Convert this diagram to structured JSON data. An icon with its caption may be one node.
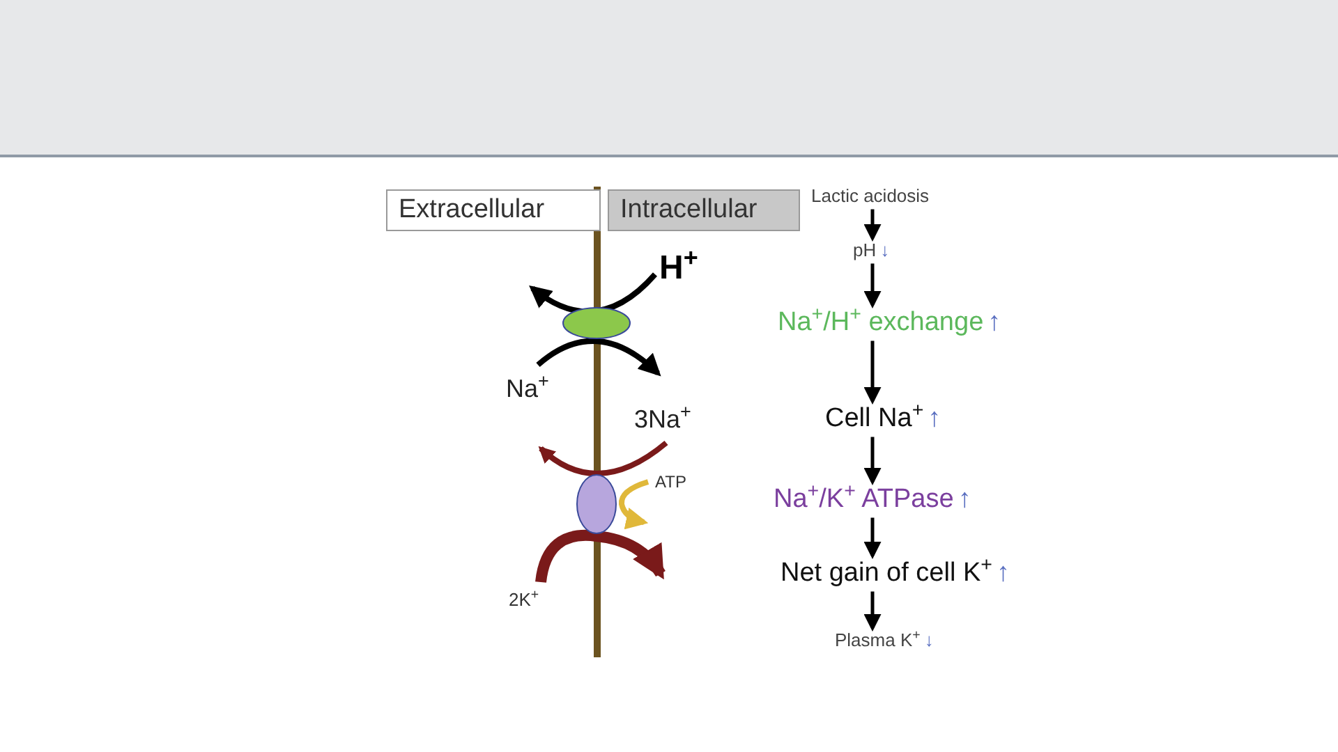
{
  "diagram": {
    "nodes": [
      {
        "text": [
          "Extracellular"
        ]
      },
      {
        "text": [
          "Intracellular"
        ]
      },
      {
        "text": [
          "Lactic acidosis"
        ]
      },
      {
        "text": [
          "pH"
        ],
        "beside": [
          "↓"
        ]
      },
      {
        "text": [
          "Na$^{+}$/H$^{+}$ exchange"
        ],
        "beside": [
          "↑"
        ]
      },
      {
        "text": [
          "Cell Na$^{+}$"
        ],
        "beside": [
          "↑"
        ]
      },
      {
        "text": [
          "Na$^{+}$/K$^{+}$ ATPase"
        ],
        "beside": [
          "↑"
        ]
      },
      {
        "text": [
          "Net gain of cell K$^{+}$"
        ],
        "beside": [
          "↑"
        ]
      },
      {
        "text": [
          "Plasma K$^{+}$"
        ],
        "beside": [
          "↓"
        ]
      },
      {
        "text": [],
        "shape": "ellipse"
      },
      {
        "text": [],
        "shape": "ellipse"
      }
    ],
    "edges": [
      {
        "from": 2,
        "to": 3,
        "arrow": "to"
      },
      {
        "from": 3,
        "to": 4,
        "arrow": "to"
      },
      {
        "from": 4,
        "to": 5,
        "arrow": "to"
      },
      {
        "from": 5,
        "to": 6,
        "arrow": "to"
      },
      {
        "from": 6,
        "to": 7,
        "arrow": "to"
      },
      {
        "from": 7,
        "to": 8,
        "arrow": "to"
      }
    ],
    "labels": [
      "H$^{+}$",
      "Na$^{+}$",
      "3Na$^{+}$",
      "ATP",
      "2K$^{+}$"
    ]
  }
}
